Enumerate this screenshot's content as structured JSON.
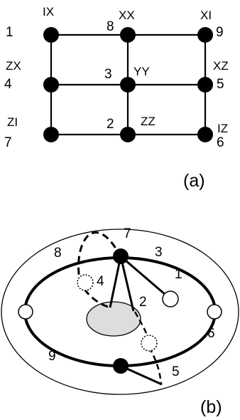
{
  "panel_a": {
    "nodes": [
      {
        "number": "1",
        "pauli": "IX"
      },
      {
        "number": "8",
        "pauli": "XX"
      },
      {
        "number": "9",
        "pauli": "XI"
      },
      {
        "number": "4",
        "pauli": "ZX"
      },
      {
        "number": "3",
        "pauli": "YY"
      },
      {
        "number": "5",
        "pauli": "XZ"
      },
      {
        "number": "7",
        "pauli": "ZI"
      },
      {
        "number": "2",
        "pauli": "ZZ"
      },
      {
        "number": "6",
        "pauli": "IZ"
      }
    ],
    "caption": "(a)"
  },
  "panel_b": {
    "labels": [
      "8",
      "7",
      "3",
      "4",
      "1",
      "2",
      "6",
      "9",
      "5"
    ],
    "caption": "(b)"
  },
  "colors": {
    "stroke": "#000000",
    "node_fill": "#000000",
    "hole_fill": "#dddddd",
    "background": "#ffffff"
  }
}
